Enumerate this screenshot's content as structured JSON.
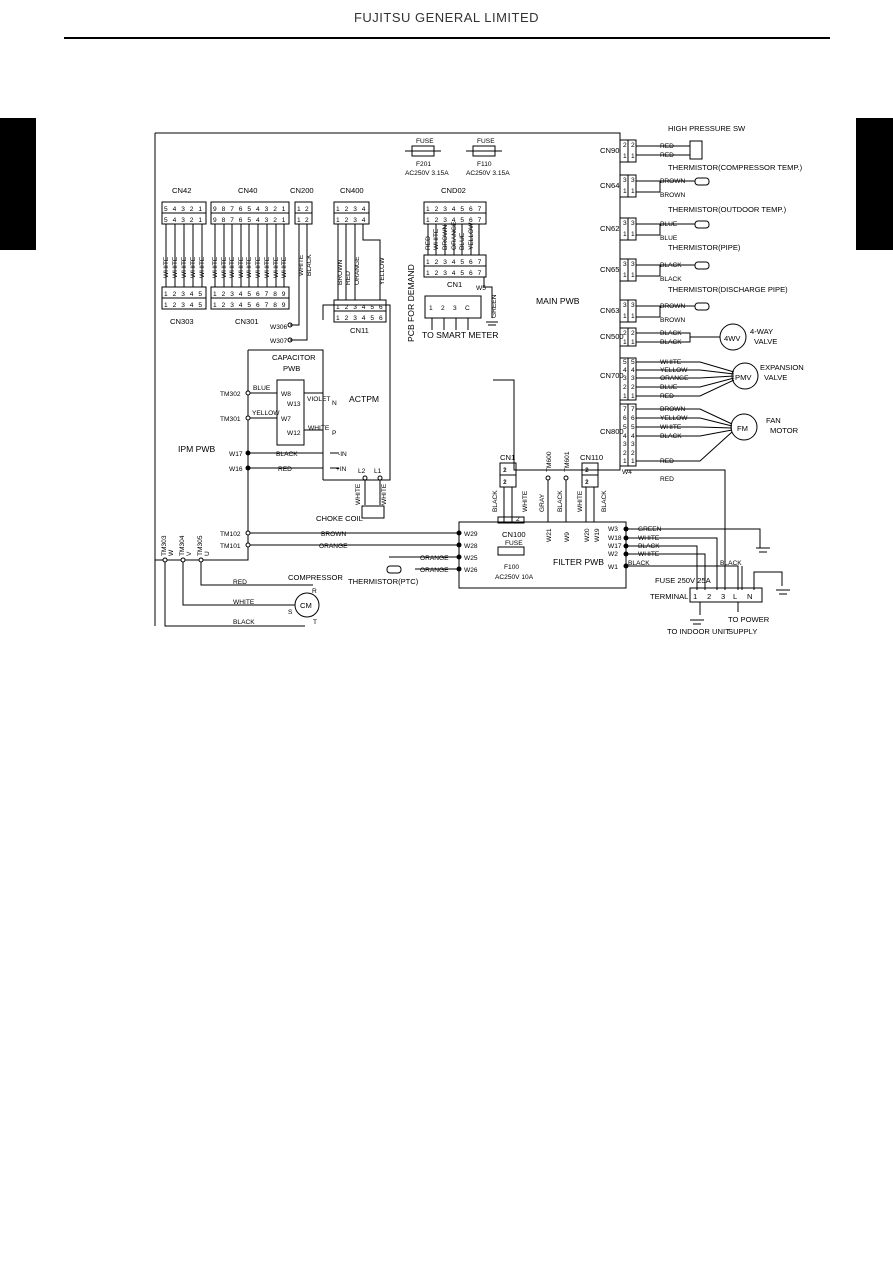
{
  "header": {
    "title": "FUJITSU GENERAL LIMITED"
  },
  "fuses_top": [
    {
      "label": "FUSE",
      "id": "F201",
      "rating": "AC250V 3.15A"
    },
    {
      "label": "FUSE",
      "id": "F110",
      "rating": "AC250V 3.15A"
    }
  ],
  "main_pwb": "MAIN PWB",
  "ipm_pwb": "IPM PWB",
  "filter_pwb": "FILTER PWB",
  "actpm": "ACTPM",
  "capacitor_pwb": [
    "CAPACITOR",
    "PWB"
  ],
  "pcb_demand": "PCB FOR DEMAND",
  "smart_meter": "TO SMART METER",
  "choke_coil": "CHOKE COIL",
  "thermistor_ptc": "THERMISTOR(PTC)",
  "compressor": {
    "label": "COMPRESSOR",
    "symbol": "CM",
    "r": "R",
    "s": "S",
    "t": "T"
  },
  "fuse_filter": {
    "label": "FUSE",
    "id": "F100",
    "rating": "AC250V 10A"
  },
  "fuse_main": "FUSE 250V 25A",
  "terminal": {
    "label": "TERMINAL",
    "pins": [
      "1",
      "2",
      "3",
      "L",
      "N"
    ]
  },
  "to_indoor": "TO INDOOR UNIT",
  "to_power": [
    "TO POWER",
    "SUPPLY"
  ],
  "connectors": {
    "cn42": "CN42",
    "cn40": "CN40",
    "cn200": "CN200",
    "cn400": "CN400",
    "cnd02": "CND02",
    "cn303": "CN303",
    "cn301": "CN301",
    "cn11": "CN11",
    "cn1_demand": "CN1",
    "cn1_main": "CN1",
    "cn110": "CN110",
    "tm600": "TM600",
    "tm601": "TM601",
    "cn100": "CN100",
    "cn1_pin2": "2"
  },
  "right_components": [
    {
      "cn": "CN90",
      "title": "HIGH PRESSURE SW",
      "wires": [
        "RED",
        "RED"
      ]
    },
    {
      "cn": "CN64",
      "title": "THERMISTOR(COMPRESSOR TEMP.)",
      "wires": [
        "BROWN",
        "BROWN"
      ]
    },
    {
      "cn": "CN62",
      "title": "THERMISTOR(OUTDOOR TEMP.)",
      "wires": [
        "BLUE",
        "BLUE"
      ]
    },
    {
      "cn": "CN65",
      "title": "THERMISTOR(PIPE)",
      "wires": [
        "BLACK",
        "BLACK"
      ]
    },
    {
      "cn": "CN63",
      "title": "THERMISTOR(DISCHARGE PIPE)",
      "wires": [
        "BROWN",
        "BROWN"
      ]
    },
    {
      "cn": "CN500",
      "title": "4-WAY",
      "title2": "VALVE",
      "symbol": "4WV",
      "wires": [
        "BLACK",
        "BLACK"
      ]
    },
    {
      "cn": "CN700",
      "title": "EXPANSION",
      "title2": "VALVE",
      "symbol": "PMV",
      "wires": [
        "WHITE",
        "YELLOW",
        "ORANGE",
        "BLUE",
        "RED"
      ]
    },
    {
      "cn": "CN800",
      "title": "FAN",
      "title2": "MOTOR",
      "symbol": "FM",
      "wires": [
        "BROWN",
        "YELLOW",
        "WHITE",
        "BLACK",
        "RED"
      ]
    }
  ],
  "wire_labels": {
    "white": "WHITE",
    "black": "BLACK",
    "brown": "BROWN",
    "red": "RED",
    "orange": "ORANGE",
    "yellow": "YELLOW",
    "blue": "BLUE",
    "violet": "VIOLET",
    "green": "GREEN",
    "gray": "GRAY"
  },
  "terminals": {
    "w306": "W306",
    "w307": "W307",
    "tm302": "TM302",
    "tm301": "TM301",
    "w8": "W8",
    "w7": "W7",
    "w13": "W13",
    "w12": "W12",
    "w17": "W17",
    "w16": "W16",
    "n": "N",
    "p": "P",
    "in_neg": "-IN",
    "in_pos": "+IN",
    "l2": "L2",
    "l1": "L1",
    "tm102": "TM102",
    "tm101": "TM101",
    "tm303": "TM303",
    "tm304": "TM304",
    "tm305": "TM305",
    "w": "W",
    "v": "V",
    "u": "U",
    "w29": "W29",
    "w28": "W28",
    "w25": "W25",
    "w26": "W26",
    "w21": "W21",
    "w9": "W9",
    "w20": "W20",
    "w19": "W19",
    "w3": "W3",
    "w18": "W18",
    "w17f": "W17",
    "w2": "W2",
    "w1": "W1",
    "w4": "W4",
    "w5": "W5"
  },
  "cn303_pins": [
    "1",
    "2",
    "3",
    "4",
    "5"
  ],
  "cn42_pins": [
    "5",
    "4",
    "3",
    "2",
    "1"
  ],
  "cn40_pins": [
    "9",
    "8",
    "7",
    "6",
    "5",
    "4",
    "3",
    "2",
    "1"
  ],
  "cn301_pins": [
    "1",
    "2",
    "3",
    "4",
    "5",
    "6",
    "7",
    "8",
    "9"
  ],
  "cn11_pins": [
    "1",
    "2",
    "3",
    "4",
    "5",
    "6"
  ],
  "cnd02_pins": [
    "1",
    "2",
    "3",
    "4",
    "5",
    "6",
    "7"
  ],
  "smart_pins": [
    "1",
    "2",
    "3",
    "C"
  ]
}
